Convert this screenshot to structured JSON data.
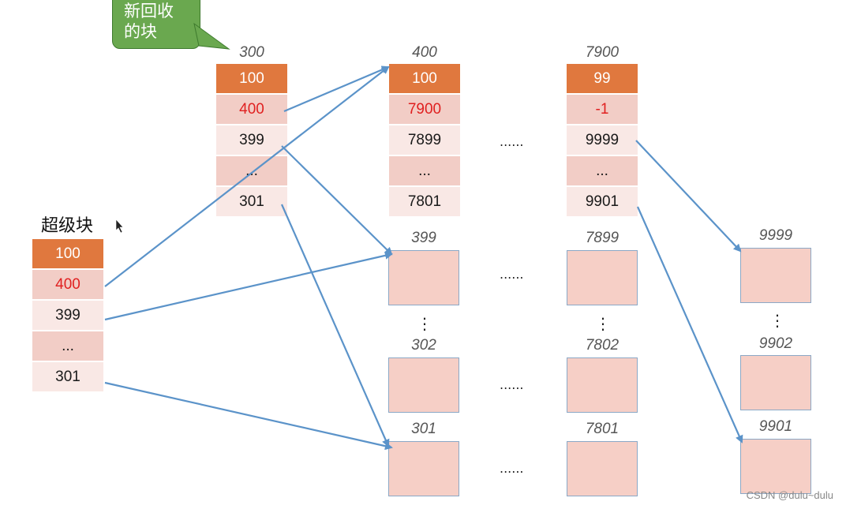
{
  "bubble": {
    "line1": "新回收",
    "line2": "的块"
  },
  "superblock": {
    "title": "超级块",
    "cells": [
      "100",
      "400",
      "399",
      "...",
      "301"
    ]
  },
  "table300": {
    "label": "300",
    "cells": [
      "100",
      "400",
      "399",
      "...",
      "301"
    ]
  },
  "table400": {
    "label": "400",
    "cells": [
      "100",
      "7900",
      "7899",
      "...",
      "7801"
    ]
  },
  "table7900": {
    "label": "7900",
    "cells": [
      "99",
      "-1",
      "9999",
      "...",
      "9901"
    ]
  },
  "blocks": {
    "b399": "399",
    "b302": "302",
    "b301": "301",
    "b7899": "7899",
    "b7802": "7802",
    "b7801": "7801",
    "b9999": "9999",
    "b9902": "9902",
    "b9901": "9901"
  },
  "ellipsis_h": "......",
  "ellipsis_v": "⋮",
  "watermark": "CSDN @dulu~dulu",
  "colors": {
    "head": "#e0783e",
    "cell_dark": "#f2cdc6",
    "cell_light": "#f9e8e5",
    "red_text": "#e02020",
    "arrow": "#5b93c9",
    "bubble": "#6aa84f"
  }
}
